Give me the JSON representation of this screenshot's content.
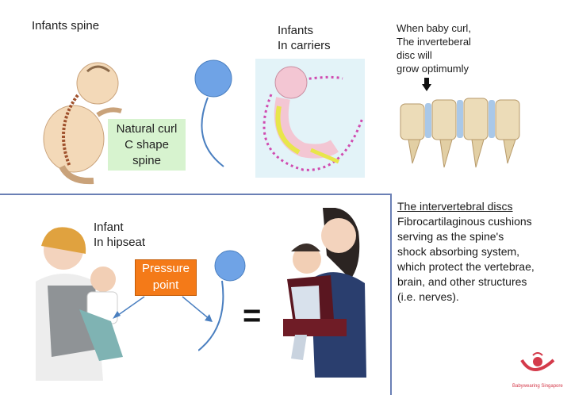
{
  "top": {
    "infants_spine": "Infants spine",
    "natural_curl": "Natural curl\nC shape\nspine",
    "infants_carriers": "Infants\nIn carriers",
    "baby_curl_note": "When baby curl,\nThe inverteberal\n disc will\ngrow optimumly"
  },
  "bottom": {
    "infant_hipseat": "Infant\nIn hipseat",
    "pressure_point": "Pressure\npoint",
    "equals": "="
  },
  "discs": {
    "title": "The intervertebral discs",
    "body": " Fibrocartilaginous cushions\n serving as the spine's\n shock absorbing system,\nwhich protect the vertebrae,\n brain, and other structures\n (i.e. nerves)."
  },
  "logo": {
    "text": "Babywearing Singapore",
    "color": "#d43a4a"
  },
  "colors": {
    "circle_fill": "#6fa3e6",
    "curve_stroke": "#4a7fc0",
    "divider": "#6a7fb5",
    "green_box": "#d7f3cf",
    "orange_box": "#f47a18"
  }
}
